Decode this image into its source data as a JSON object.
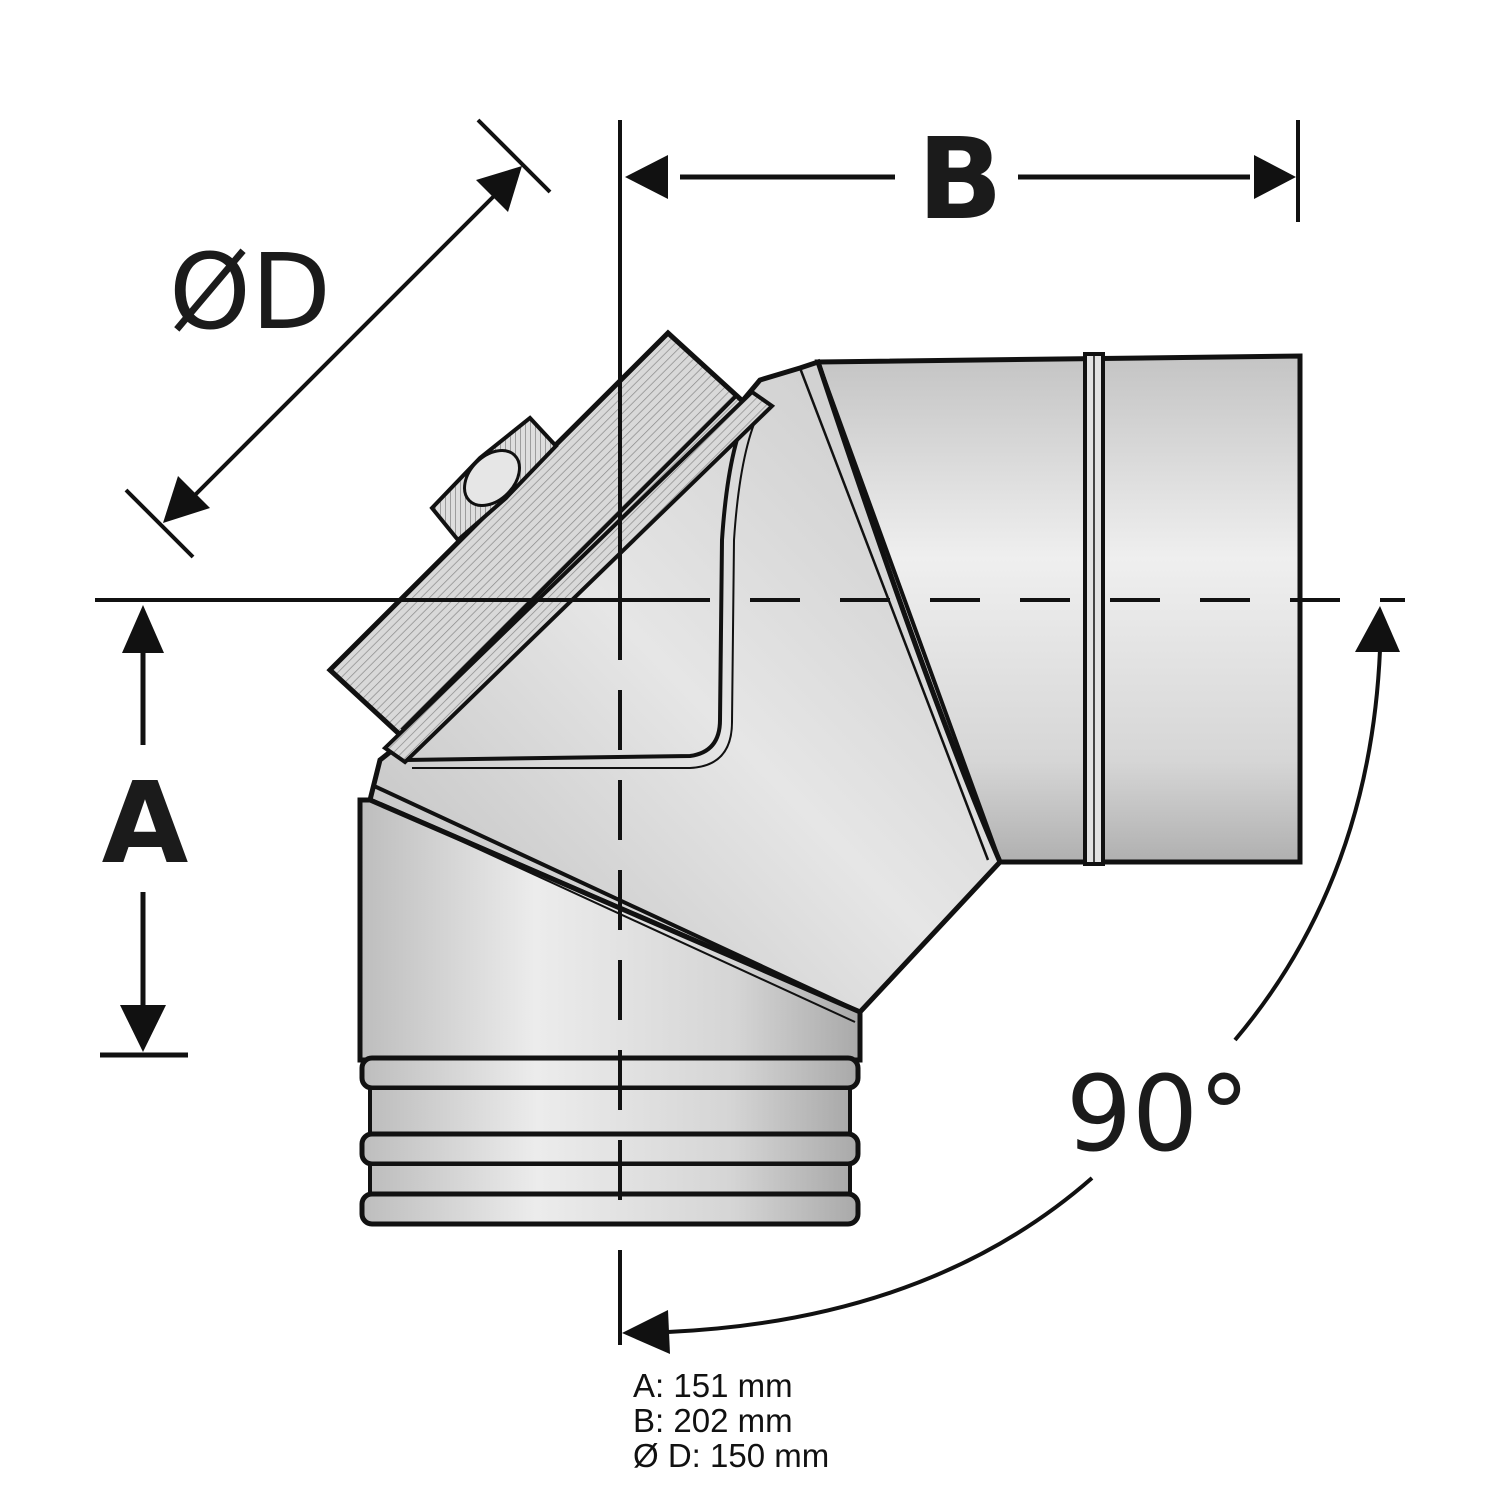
{
  "diagram": {
    "subject": "90° pipe elbow with inspection cover",
    "labels": {
      "diameter": "ØD",
      "width": "B",
      "height": "A",
      "angle": "90°"
    },
    "specs": [
      {
        "label": "A:",
        "value": "151 mm"
      },
      {
        "label": "B:",
        "value": "202 mm"
      },
      {
        "label": "Ø D:",
        "value": "150 mm"
      }
    ],
    "colors": {
      "line": "#111111",
      "metal_light": "#e9e9e9",
      "metal_mid": "#cfcfcf",
      "metal_dark": "#a8a8a8",
      "background": "#ffffff"
    }
  }
}
